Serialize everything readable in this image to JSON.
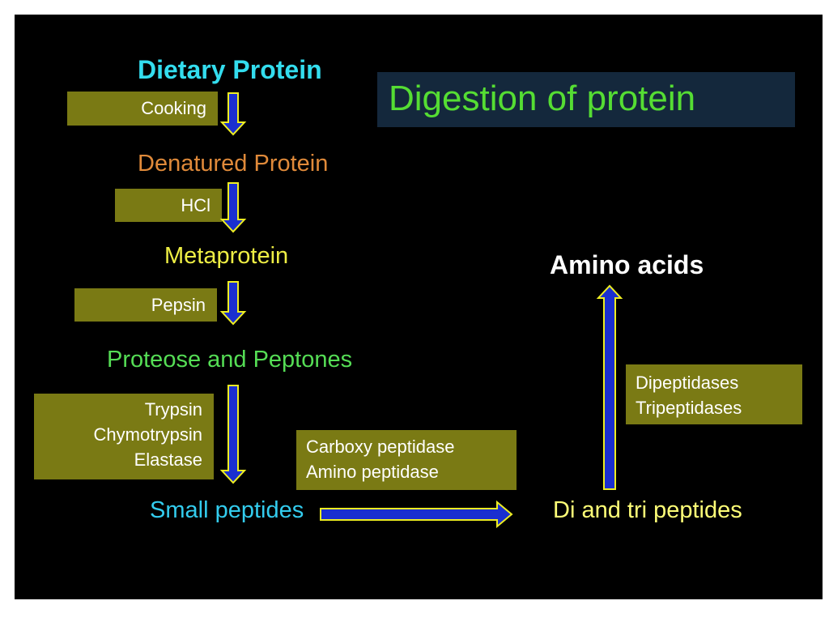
{
  "title": "Digestion of protein",
  "stages": {
    "dietary_protein": "Dietary  Protein",
    "denatured_protein": "Denatured Protein",
    "metaprotein": "Metaprotein",
    "proteose_peptones": "Proteose and  Peptones",
    "small_peptides": "Small  peptides",
    "di_tri_peptides": "Di and  tri peptides",
    "amino_acids": "Amino acids"
  },
  "agents": {
    "cooking": "Cooking",
    "hcl": "HCl",
    "pepsin": "Pepsin",
    "pancreatic": [
      "Trypsin",
      "Chymotrypsin",
      "Elastase"
    ],
    "peptidases": [
      "Carboxy peptidase",
      "Amino peptidase"
    ],
    "di_tri_peptidases": [
      "Dipeptidases",
      "Tripeptidases"
    ]
  },
  "colors": {
    "background": "#000000",
    "agent_box": "#7a7a14",
    "title_box": "#14283c",
    "title_text": "#55dd33",
    "dietary": "#33ddee",
    "denatured": "#e08a3a",
    "metaprotein": "#eeee44",
    "proteose": "#55dd55",
    "small_peptides": "#33ccee",
    "di_tri": "#ffff77",
    "amino": "#ffffff",
    "arrow_fill": "#1a2fd0",
    "arrow_stroke": "#eeee22"
  }
}
